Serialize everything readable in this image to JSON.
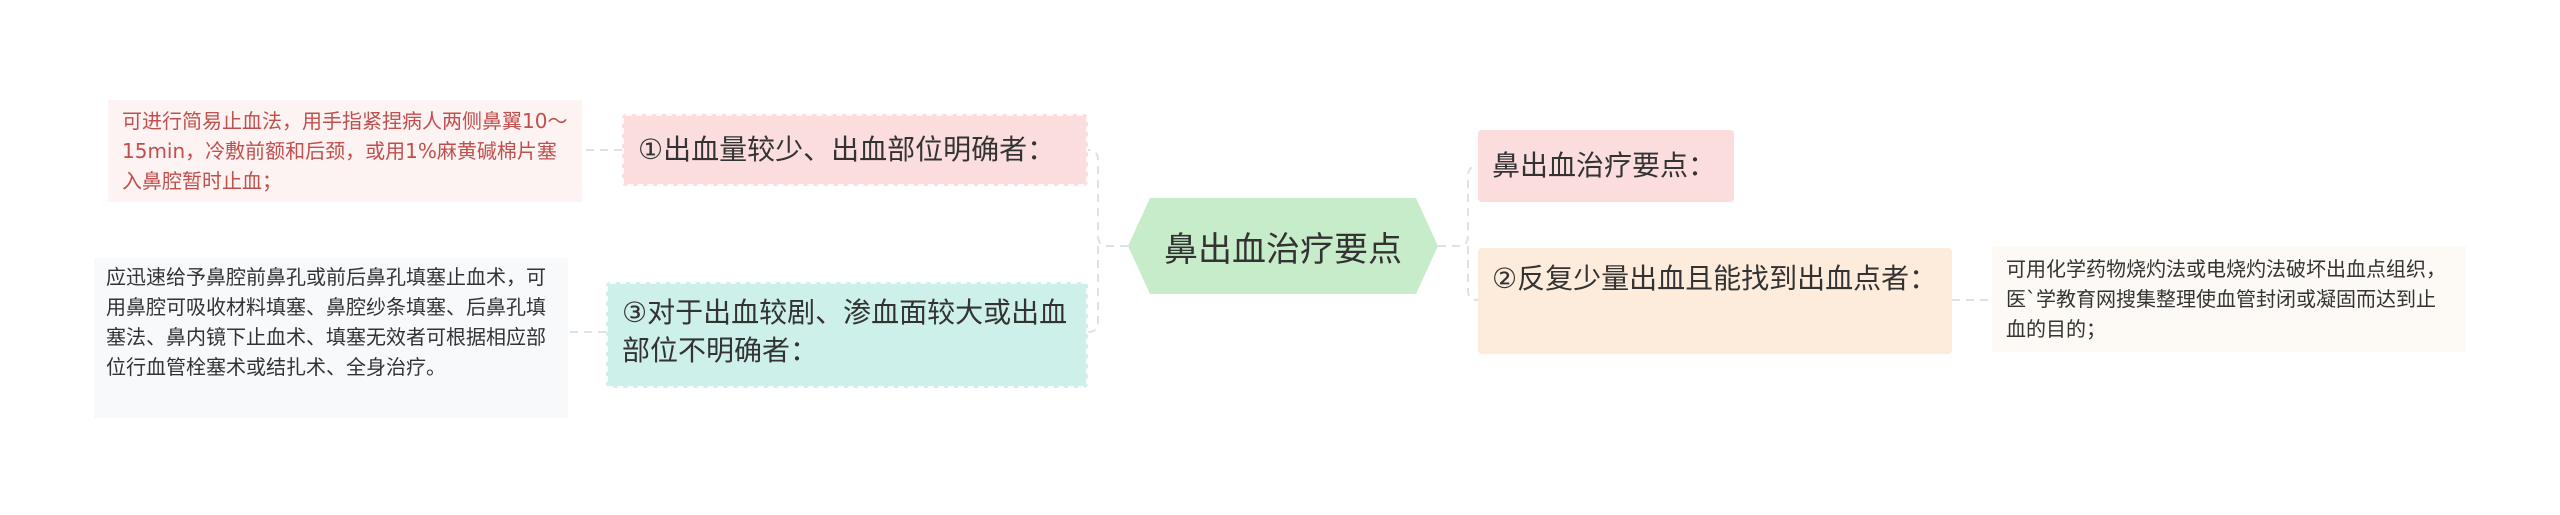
{
  "central": {
    "title": "鼻出血治疗要点"
  },
  "left": [
    {
      "label": "①出血量较少、出血部位明确者：",
      "detail": "可进行简易止血法，用手指紧捏病人两侧鼻翼10～15min，冷敷前额和后颈，或用1%麻黄碱棉片塞入鼻腔暂时止血；"
    },
    {
      "label": "③对于出血较剧、渗血面较大或出血部位不明确者：",
      "detail": "应迅速给予鼻腔前鼻孔或前后鼻孔填塞止血术，可用鼻腔可吸收材料填塞、鼻腔纱条填塞、后鼻孔填塞法、鼻内镜下止血术、填塞无效者可根据相应部位行血管栓塞术或结扎术、全身治疗。"
    }
  ],
  "right": [
    {
      "label": "鼻出血治疗要点："
    },
    {
      "label": "②反复少量出血且能找到出血点者：",
      "detail": "可用化学药物烧灼法或电烧灼法破坏出血点组织，医`学教育网搜集整理使血管封闭或凝固而达到止血的目的；"
    }
  ],
  "colors": {
    "central": "#c6ecc9",
    "branch_red": "#fbdddd",
    "branch_teal": "#cdf0ea",
    "branch_orange": "#fdebdc",
    "leaf_red_text": "#c0504d",
    "connector": "#dde2e6"
  }
}
